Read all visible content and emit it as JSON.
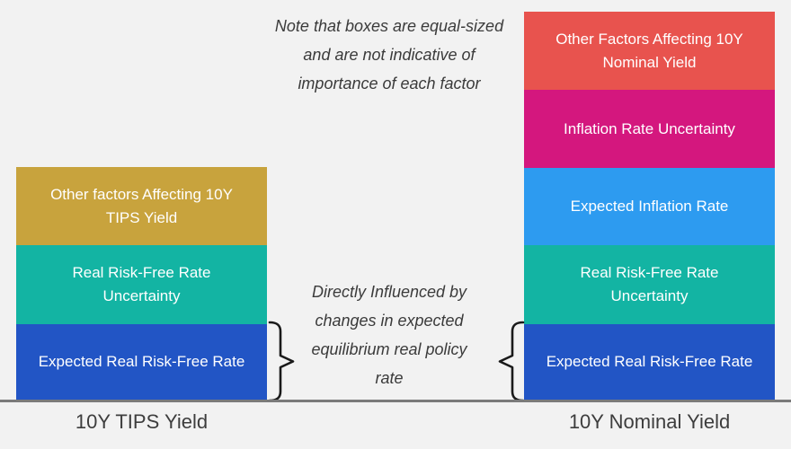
{
  "canvas": {
    "background": "#f2f2f2",
    "baseline_color": "#7b7b7b"
  },
  "notes": {
    "equal_size": {
      "lines": [
        "Note that boxes are equal-sized",
        "and are not indicative of",
        "importance of each factor"
      ]
    },
    "policy_rate": {
      "lines": [
        "Directly Influenced by",
        "changes in expected",
        "equilibrium real policy",
        "rate"
      ]
    }
  },
  "stacks": {
    "tips": {
      "label": "10Y TIPS Yield",
      "segments": [
        {
          "text": "Other factors Affecting 10Y TIPS Yield",
          "color": "#c8a33d"
        },
        {
          "text": "Real Risk-Free Rate Uncertainty",
          "color": "#13b4a3"
        },
        {
          "text": "Expected Real Risk-Free Rate",
          "color": "#2255c5"
        }
      ]
    },
    "nominal": {
      "label": "10Y Nominal Yield",
      "segments": [
        {
          "text": "Other Factors Affecting 10Y Nominal Yield",
          "color": "#e8534e"
        },
        {
          "text": "Inflation Rate Uncertainty",
          "color": "#d4177e"
        },
        {
          "text": "Expected Inflation Rate",
          "color": "#2d9bf0"
        },
        {
          "text": "Real Risk-Free Rate Uncertainty",
          "color": "#13b4a3"
        },
        {
          "text": "Expected Real Risk-Free Rate",
          "color": "#2255c5"
        }
      ]
    }
  },
  "brace_color": "#1a1a1a"
}
